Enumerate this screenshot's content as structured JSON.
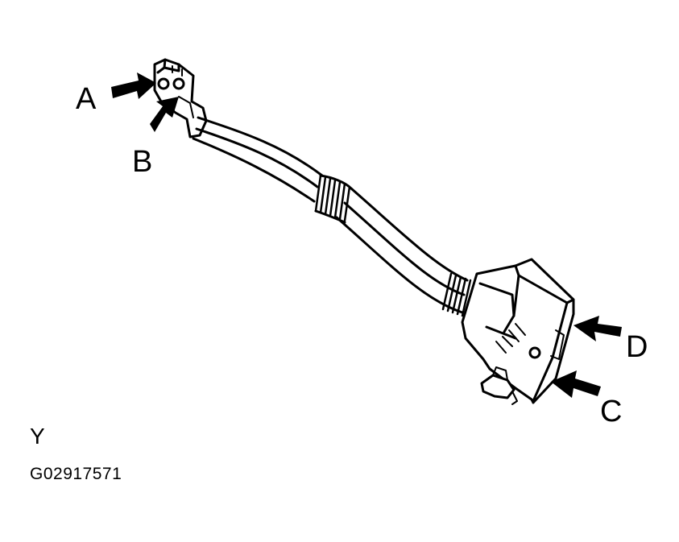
{
  "diagram": {
    "callouts": {
      "a": "A",
      "b": "B",
      "c": "C",
      "d": "D"
    },
    "view_letter": "Y",
    "figure_code": "G02917571",
    "colors": {
      "ink": "#000000",
      "paper": "#ffffff"
    }
  }
}
